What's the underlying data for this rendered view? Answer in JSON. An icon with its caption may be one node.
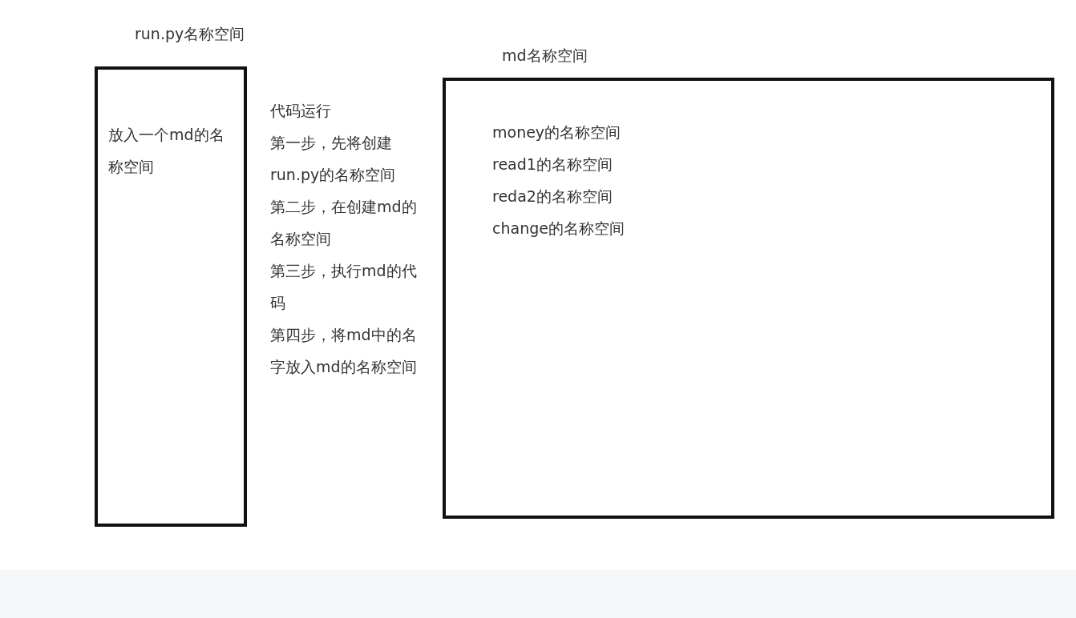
{
  "diagram": {
    "nodes": [
      {
        "text": [
          "run.py名称空间",
          "放入一个md的名称空间"
        ]
      },
      {
        "text": [
          "md名称空间",
          "money的名称空间",
          "read1的名称空间",
          "reda2的名称空间",
          "change的名称空间"
        ]
      }
    ],
    "labels": [
      "代码运行",
      "第一步，先将创建run.py的名称空间",
      "第二步，在创建md的名称空间",
      "第三步，执行md的代码",
      "第四步，将md中的名字放入md的名称空间"
    ]
  }
}
